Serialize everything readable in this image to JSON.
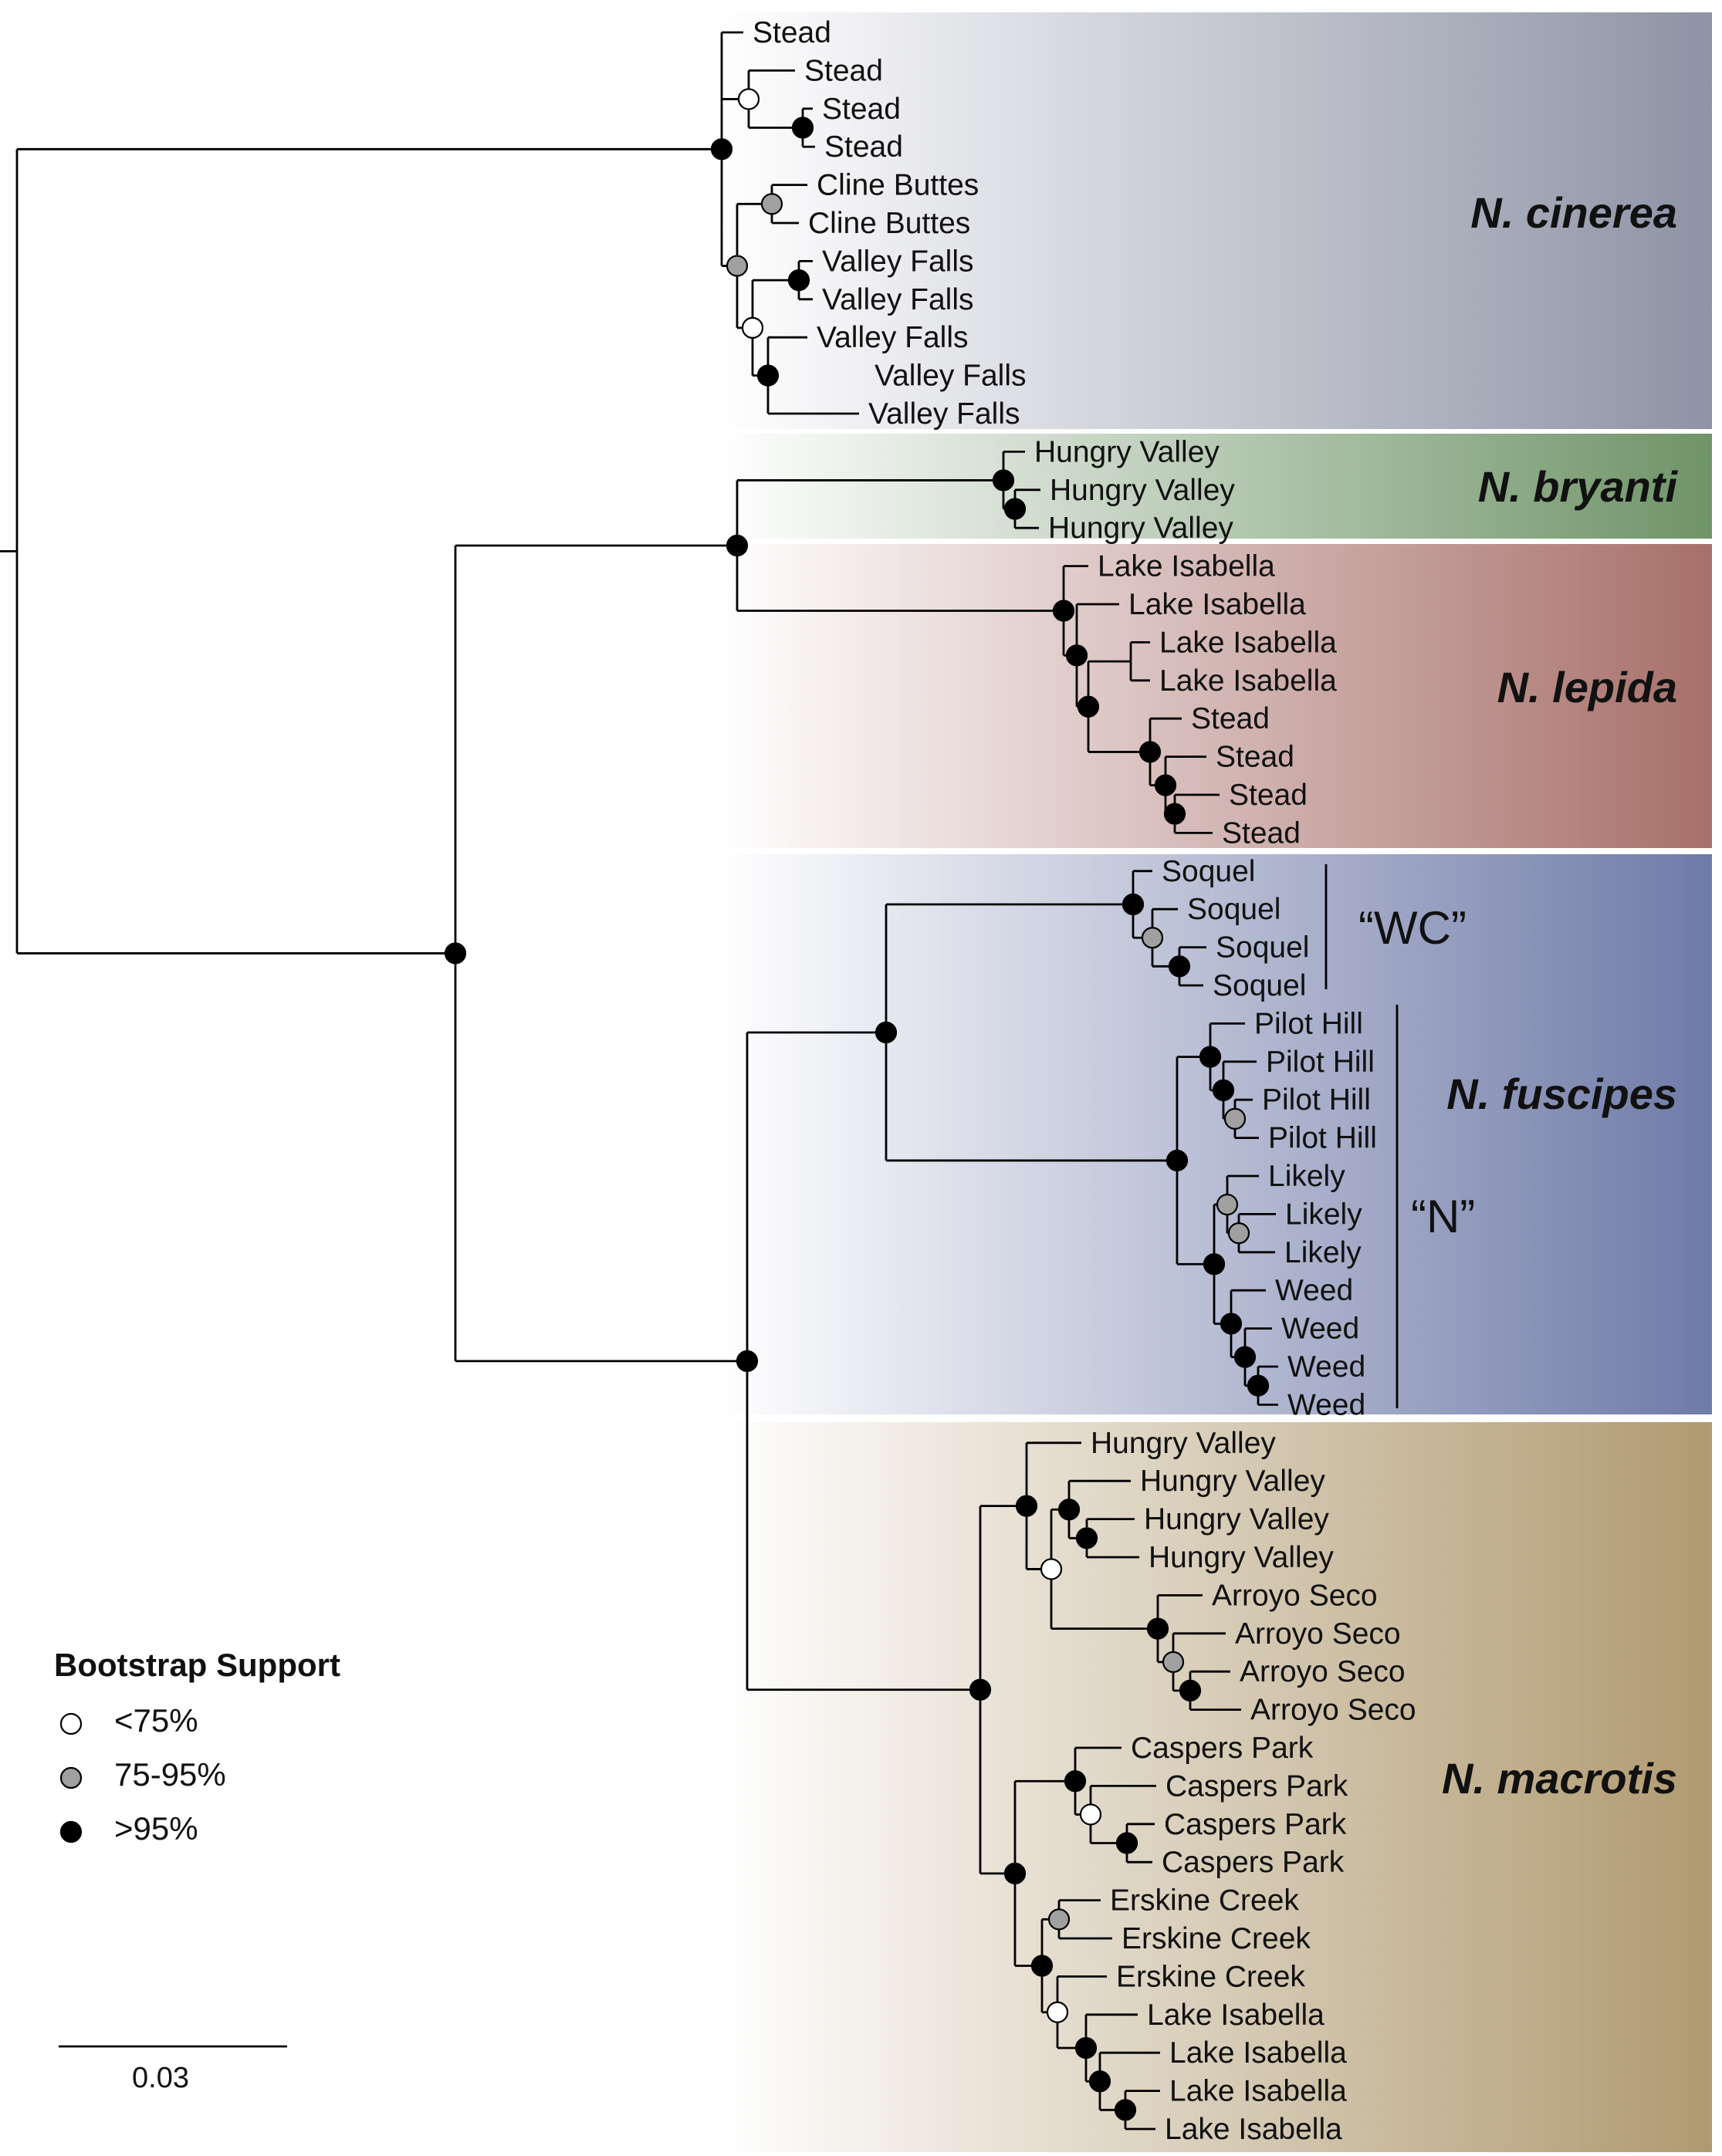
{
  "clades": [
    {
      "name": "N. cinerea",
      "color": "#8e93a5",
      "tips": [
        "Stead",
        "Stead",
        "Stead",
        "Stead",
        "Cline Buttes",
        "Cline Buttes",
        "Valley Falls",
        "Valley Falls",
        "Valley Falls",
        "Valley Falls",
        "Valley Falls"
      ]
    },
    {
      "name": "N. bryanti",
      "color": "#6f9468",
      "tips": [
        "Hungry Valley",
        "Hungry Valley",
        "Hungry Valley"
      ]
    },
    {
      "name": "N. lepida",
      "color": "#a8706a",
      "tips": [
        "Lake Isabella",
        "Lake Isabella",
        "Lake Isabella",
        "Lake Isabella",
        "Stead",
        "Stead",
        "Stead",
        "Stead"
      ]
    },
    {
      "name": "N. fuscipes",
      "color": "#6f7ba8",
      "tips": [
        "Soquel",
        "Soquel",
        "Soquel",
        "Soquel",
        "Pilot Hill",
        "Pilot Hill",
        "Pilot Hill",
        "Pilot Hill",
        "Likely",
        "Likely",
        "Likely",
        "Weed",
        "Weed",
        "Weed",
        "Weed"
      ]
    },
    {
      "name": "N. macrotis",
      "color": "#b09a70",
      "tips": [
        "Hungry Valley",
        "Hungry Valley",
        "Hungry Valley",
        "Hungry Valley",
        "Arroyo Seco",
        "Arroyo Seco",
        "Arroyo Seco",
        "Arroyo Seco",
        "Caspers Park",
        "Caspers Park",
        "Caspers Park",
        "Caspers Park",
        "Erskine Creek",
        "Erskine Creek",
        "Erskine Creek",
        "Lake Isabella",
        "Lake Isabella",
        "Lake Isabella",
        "Lake Isabella"
      ]
    }
  ],
  "subgroups": [
    "“WC”",
    "“N”"
  ],
  "legend": {
    "title": "Bootstrap Support",
    "items": [
      {
        "label": "<75%",
        "fill": "#ffffff"
      },
      {
        "label": "75-95%",
        "fill": "#a0a0a0"
      },
      {
        "label": ">95%",
        "fill": "#000000"
      }
    ]
  },
  "scale_bar": {
    "label": "0.03"
  }
}
